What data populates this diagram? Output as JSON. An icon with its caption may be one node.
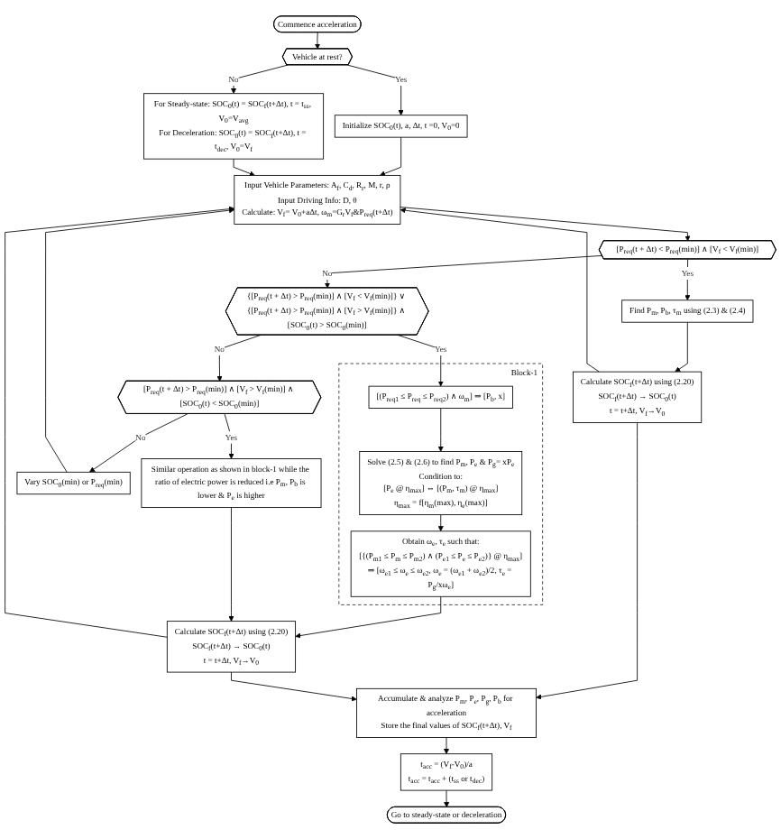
{
  "diagram": {
    "nodes": [
      {
        "text": [
          "Commence acceleration"
        ]
      },
      {
        "text": [
          "Vehicle at rest?"
        ]
      },
      {
        "text": [
          "For Steady-state: SOC$_{0}$(t) = SOC$_{f}$(t+Δt), t = t$_{ss}$, V$_{0}$=V$_{avg}$",
          "For Deceleration: SOC$_{0}$(t) = SOC$_{f}$(t+Δt), t = t$_{dec}$, V$_{0}$=V$_{f}$"
        ]
      },
      {
        "text": [
          "Initialize SOC$_{0}$(t), a, Δt, t =0, V$_{0}$=0"
        ]
      },
      {
        "text": [
          "Input Vehicle Parameters: A$_{f}$, C$_{d}$, R$_{r}$, M, r, ρ",
          "Input Driving Info: D, θ",
          "Calculate: V$_{f}$= V$_{0}$+aΔt, ω$_{m}$=G$_{r}$V$_{f}$&P$_{req}$(t+Δt)"
        ]
      },
      {
        "text": [
          "Calculate SOC$_{f}$(t+Δt) using (2.20)",
          "SOC$_{f}$(t+Δt) → SOC$_{0}$(t)",
          "t = t+Δt, V$_{f}$→V$_{0}$"
        ]
      },
      {
        "text": [
          "[P$_{req}$(t + Δt) < P$_{req}$(min)] ∧ [V$_{f}$ < V$_{f}$(min)]"
        ]
      },
      {
        "text": [
          "Find P$_{m}$, P$_{b}$, τ$_{m}$ using (2.3) & (2.4)"
        ]
      },
      {
        "text": [
          "Vary SOC$_{0}$(min) or P$_{req}$(min)"
        ]
      },
      {
        "text": [
          "{[P$_{req}$(t + Δt) > P$_{req}$(min)] ∧ [V$_{f}$ < V$_{f}$(min)]} ∨ {[P$_{req}$(t + Δt) > P$_{req}$(min)] ∧ [V$_{f}$ > V$_{f}$(min)]} ∧ [SOC$_{0}$(t) > SOC$_{0}$(min)]"
        ]
      },
      {
        "text": [
          "[P$_{req}$(t + Δt) > P$_{req}$(min)] ∧ [V$_{f}$ > V$_{f}$(min)] ∧ [SOC$_{0}$(t) < SOC$_{0}$(min)]"
        ]
      },
      {
        "text": [
          "Block-1"
        ]
      },
      {
        "text": [
          "[(P$_{req1}$ ≤ P$_{req}$ ≤ P$_{req2}$) ∧ ω$_{m}$] ⇒ [P$_{b}$, x]"
        ],
        "in": 11
      },
      {
        "text": [
          "Solve (2.5) & (2.6) to find P$_{m}$, P$_{e}$ & P$_{g}$= xP$_{e}$",
          "Condition to:",
          "[P$_{e}$ @ η$_{max}$] ⇔ [(P$_{m}$, τ$_{m}$) @ η$_{max}$]",
          "η$_{max}$ = f[η$_{m}$(max), η$_{e}$(max)]"
        ],
        "in": 11
      },
      {
        "text": [
          "Obtain ω$_{e}$, τ$_{e}$ such that:",
          "[{(P$_{m1}$ ≤ P$_{m}$ ≤ P$_{m2}$) ∧ (P$_{e1}$ ≤ P$_{e}$ ≤ P$_{e2}$)} @ η$_{max}$]",
          "⇒ [ω$_{e1}$ ≤ ω$_{e}$ ≤ ω$_{e2}$, ω$_{e}$ = (ω$_{e1}$ + ω$_{e2}$)/2, τ$_{e}$ = P$_{g}$/xω$_{e}$]"
        ],
        "in": 11
      },
      {
        "text": [
          "Similar operation as shown in block-1 while the ratio of electric power is reduced i.e P$_{m}$, P$_{b}$ is lower & P$_{e}$ is higher"
        ]
      },
      {
        "text": [
          "Calculate SOC$_{f}$(t+Δt) using (2.20)",
          "SOC$_{f}$(t+Δt) → SOC$_{0}$(t)",
          "t = t+Δt, V$_{f}$→V$_{0}$"
        ]
      },
      {
        "text": [
          "Accumulate & analyze P$_{m}$, P$_{e}$, P$_{g}$, P$_{b}$ for acceleration",
          "Store the final values of SOC$_{f}$(t+Δt), V$_{f}$"
        ]
      },
      {
        "text": [
          "t$_{acc}$ = (V$_{f}$-V$_{0}$)/a",
          "t$_{acc}$ = t$_{acc}$ + (t$_{ss}$ or t$_{dec}$)"
        ]
      },
      {
        "text": [
          "Go to steady-state or deceleration"
        ]
      }
    ],
    "edges": [
      {
        "from": 0,
        "to": 1,
        "arrow": "to"
      },
      {
        "from": 1,
        "to": 2,
        "arrow": "to",
        "label": "No"
      },
      {
        "from": 1,
        "to": 3,
        "arrow": "to",
        "label": "Yes"
      },
      {
        "from": 3,
        "to": 4,
        "arrow": "to"
      },
      {
        "from": 2,
        "to": 4,
        "arrow": "to"
      },
      {
        "from": 4,
        "to": 6,
        "arrow": "to"
      },
      {
        "from": 6,
        "to": 7,
        "arrow": "to",
        "label": "Yes"
      },
      {
        "from": 7,
        "to": 5,
        "arrow": "to"
      },
      {
        "from": 5,
        "to": 4,
        "arrow": "to"
      },
      {
        "from": 5,
        "to": 17,
        "arrow": "to"
      },
      {
        "from": 6,
        "to": 9,
        "arrow": "to",
        "label": "No"
      },
      {
        "from": 9,
        "to": 10,
        "arrow": "to",
        "label": "No"
      },
      {
        "from": 9,
        "to": 12,
        "arrow": "to",
        "label": "Yes"
      },
      {
        "from": 10,
        "to": 8,
        "arrow": "to",
        "label": "No"
      },
      {
        "from": 8,
        "to": 4,
        "arrow": "to"
      },
      {
        "from": 10,
        "to": 15,
        "arrow": "to",
        "label": "Yes"
      },
      {
        "from": 12,
        "to": 13,
        "arrow": "to"
      },
      {
        "from": 13,
        "to": 14,
        "arrow": "to"
      },
      {
        "from": 14,
        "to": 16,
        "arrow": "to"
      },
      {
        "from": 15,
        "to": 16,
        "arrow": "to"
      },
      {
        "from": 16,
        "to": 4,
        "arrow": "to"
      },
      {
        "from": 16,
        "to": 17,
        "arrow": "to"
      },
      {
        "from": 17,
        "to": 18,
        "arrow": "to"
      },
      {
        "from": 18,
        "to": 19,
        "arrow": "to"
      }
    ]
  }
}
